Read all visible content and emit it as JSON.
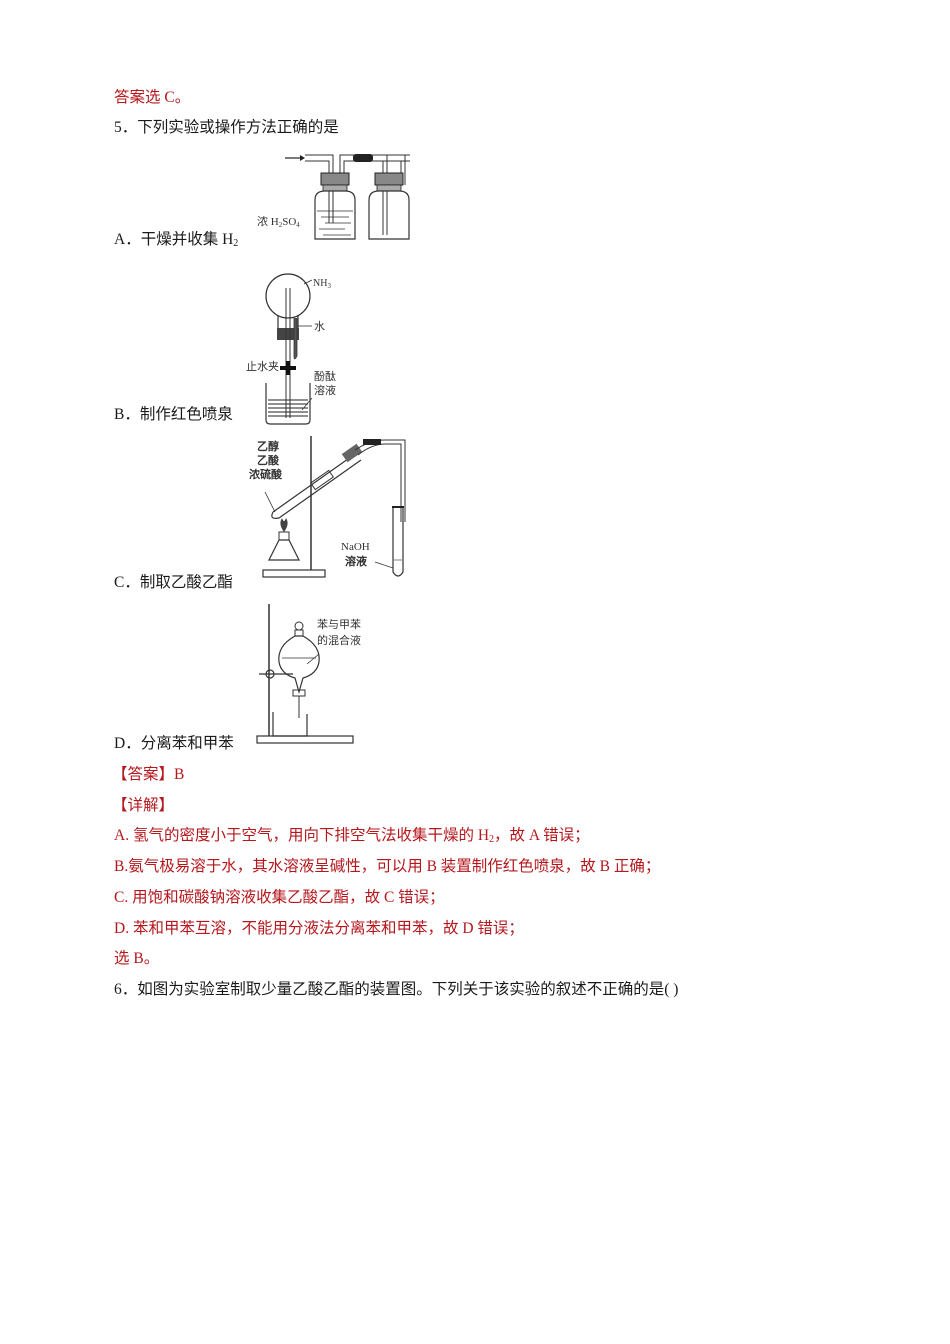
{
  "prev_answer": "答案选 C。",
  "question5": {
    "stem": "5．下列实验或操作方法正确的是",
    "options": [
      {
        "letter": "A．",
        "text": "干燥并收集 H",
        "sub": "2",
        "figure": {
          "name": "gas-washing-bottles",
          "labels": {
            "acid": "浓 H",
            "acid_sub": "2",
            "acid_tail": "SO",
            "acid_sub2": "4"
          }
        }
      },
      {
        "letter": "B．",
        "text": "制作红色喷泉",
        "figure": {
          "name": "fountain-apparatus",
          "labels": {
            "gas": "NH",
            "gas_sub": "3",
            "water": "水",
            "clamp": "止水夹",
            "solution_line1": "酚酞",
            "solution_line2": "溶液"
          }
        }
      },
      {
        "letter": "C．",
        "text": "制取乙酸乙酯",
        "figure": {
          "name": "ester-preparation",
          "labels": {
            "reagent1": "乙醇",
            "reagent2": "乙酸",
            "reagent3": "浓硫酸",
            "naoh_line1": "NaOH",
            "naoh_line2": "溶液"
          }
        }
      },
      {
        "letter": "D．",
        "text": "分离苯和甲苯",
        "figure": {
          "name": "separatory-funnel",
          "labels": {
            "mixture_line1": "苯与甲苯",
            "mixture_line2": "的混合液"
          }
        }
      }
    ],
    "answer": "【答案】B",
    "explanation_header": "【详解】",
    "explanation": [
      {
        "text": "A. 氢气的密度小于空气，用向下排空气法收集干燥的 H",
        "sub": "2",
        "tail": "，故 A 错误；"
      },
      {
        "text": "B.氨气极易溶于水，其水溶液呈碱性，可以用 B 装置制作红色喷泉，故 B 正确；"
      },
      {
        "text": "C. 用饱和碳酸钠溶液收集乙酸乙酯，故 C 错误；"
      },
      {
        "text": "D. 苯和甲苯互溶，不能用分液法分离苯和甲苯，故 D 错误；"
      },
      {
        "text": "选 B。"
      }
    ]
  },
  "question6": {
    "stem": "6．如图为实验室制取少量乙酸乙酯的装置图。下列关于该实验的叙述不正确的是(    )"
  },
  "colors": {
    "answer_red": "#b5171c",
    "text_black": "#1a1a1a"
  }
}
